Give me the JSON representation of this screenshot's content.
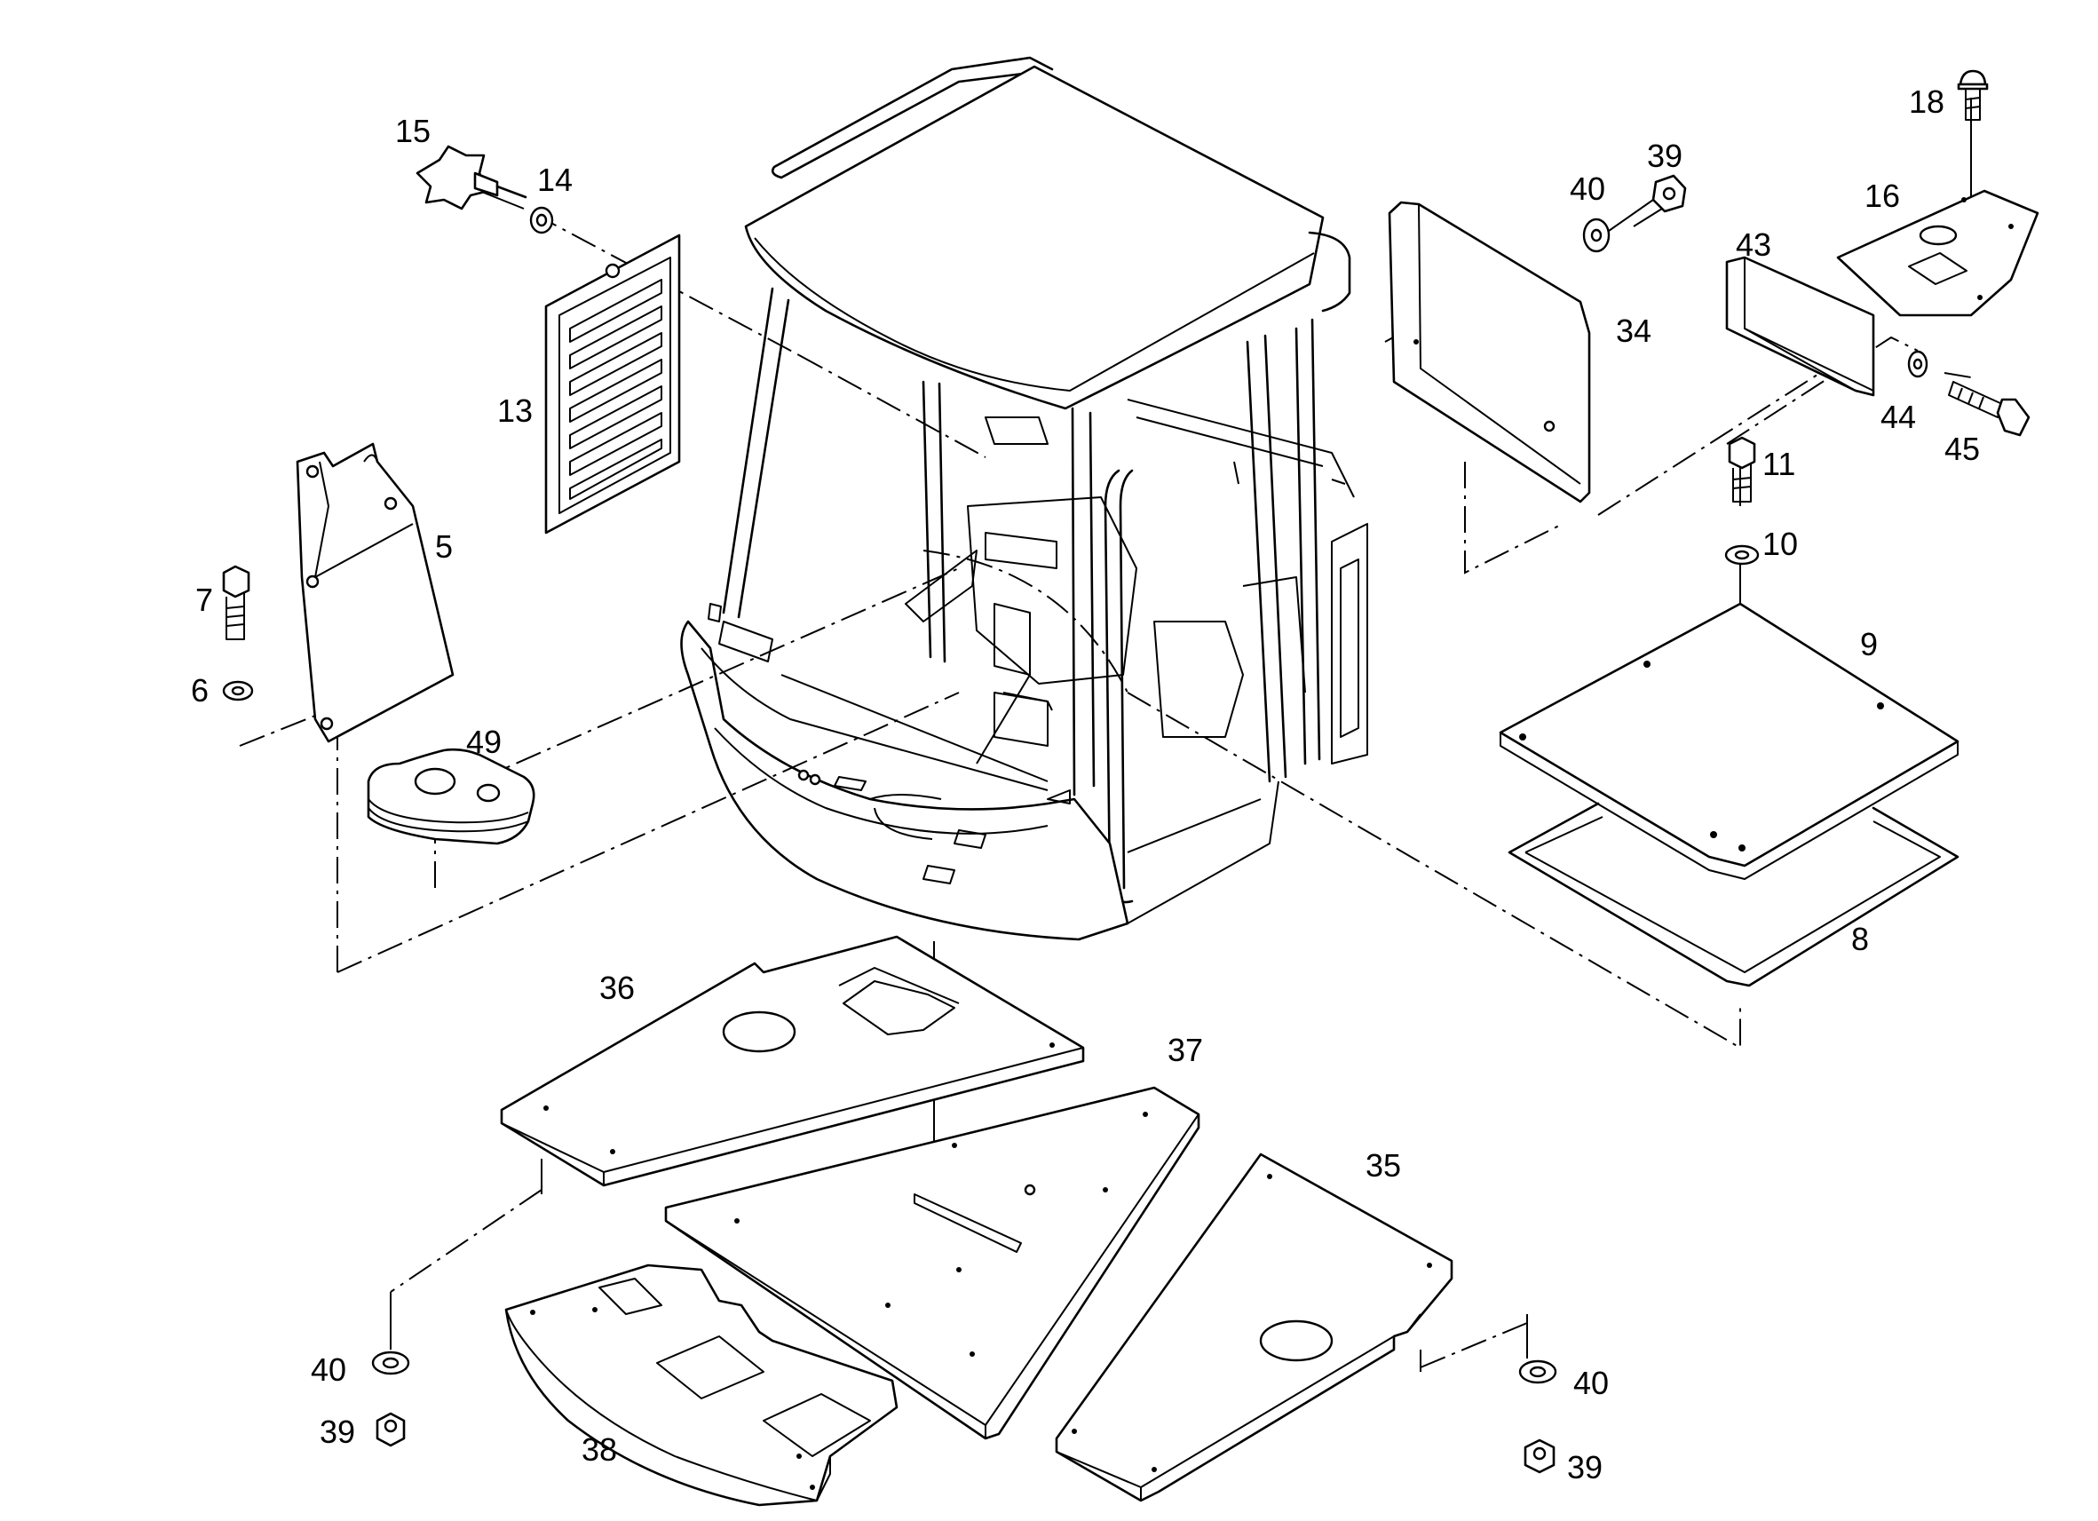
{
  "diagram": {
    "parts": [
      {
        "key": "p5",
        "label": "5"
      },
      {
        "key": "p6",
        "label": "6"
      },
      {
        "key": "p7",
        "label": "7"
      },
      {
        "key": "p8",
        "label": "8"
      },
      {
        "key": "p9",
        "label": "9"
      },
      {
        "key": "p10",
        "label": "10"
      },
      {
        "key": "p11",
        "label": "11"
      },
      {
        "key": "p13",
        "label": "13"
      },
      {
        "key": "p14",
        "label": "14"
      },
      {
        "key": "p15",
        "label": "15"
      },
      {
        "key": "p16",
        "label": "16"
      },
      {
        "key": "p18",
        "label": "18"
      },
      {
        "key": "p34",
        "label": "34"
      },
      {
        "key": "p35",
        "label": "35"
      },
      {
        "key": "p36",
        "label": "36"
      },
      {
        "key": "p37",
        "label": "37"
      },
      {
        "key": "p38",
        "label": "38"
      },
      {
        "key": "p39a",
        "label": "39"
      },
      {
        "key": "p39b",
        "label": "39"
      },
      {
        "key": "p39c",
        "label": "39"
      },
      {
        "key": "p40a",
        "label": "40"
      },
      {
        "key": "p40b",
        "label": "40"
      },
      {
        "key": "p40c",
        "label": "40"
      },
      {
        "key": "p43",
        "label": "43"
      },
      {
        "key": "p44",
        "label": "44"
      },
      {
        "key": "p45",
        "label": "45"
      },
      {
        "key": "p49",
        "label": "49"
      }
    ]
  }
}
